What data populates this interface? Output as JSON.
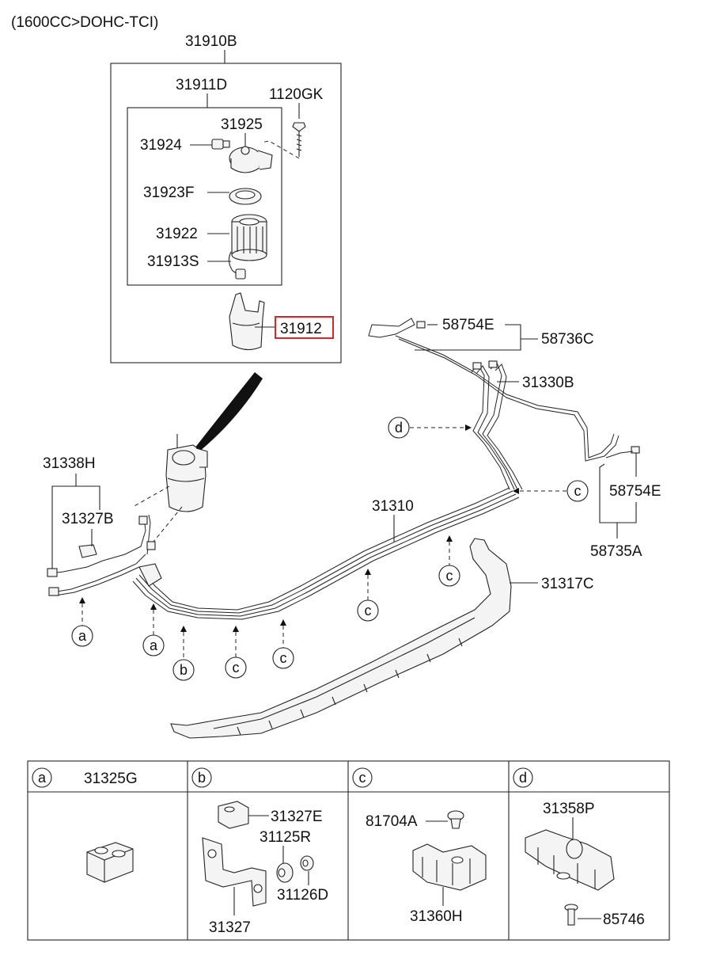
{
  "header": {
    "engine_note": "(1600CC>DOHC-TCI)"
  },
  "assembly": {
    "fuel_filter_assy": "31910B",
    "filter_sub_assy": "31911D",
    "bolt": "1120GK",
    "sensor_plug": "31924",
    "filter_head": "31925",
    "gasket": "31923F",
    "filter_cartridge": "31922",
    "water_sensor": "31913S",
    "bracket_highlighted": "31912"
  },
  "lines": {
    "vapor_tube_assy": "58736C",
    "vapor_hose_clip_top": "58754E",
    "fuel_line_set": "31330B",
    "vapor_hose_clip_right": "58754E",
    "vapor_tube_rear": "58735A",
    "main_fuel_tube": "31310",
    "fuel_line_protector": "31317C",
    "front_hose_assy": "31338H",
    "front_clamp": "31327B"
  },
  "callouts": {
    "a1": "a",
    "a2": "a",
    "b1": "b",
    "c1": "c",
    "c2": "c",
    "c3": "c",
    "c4": "c",
    "c5": "c",
    "d1": "d"
  },
  "table": {
    "headers": [
      {
        "letter": "a",
        "part": "31325G"
      },
      {
        "letter": "b",
        "part": ""
      },
      {
        "letter": "c",
        "part": ""
      },
      {
        "letter": "d",
        "part": ""
      }
    ],
    "b_parts": {
      "clip": "31327E",
      "bracket": "31327",
      "grommet": "31125R",
      "collar": "31126D"
    },
    "c_parts": {
      "cap": "81704A",
      "clip": "31360H"
    },
    "d_parts": {
      "clip": "31358P",
      "bolt": "85746"
    }
  }
}
